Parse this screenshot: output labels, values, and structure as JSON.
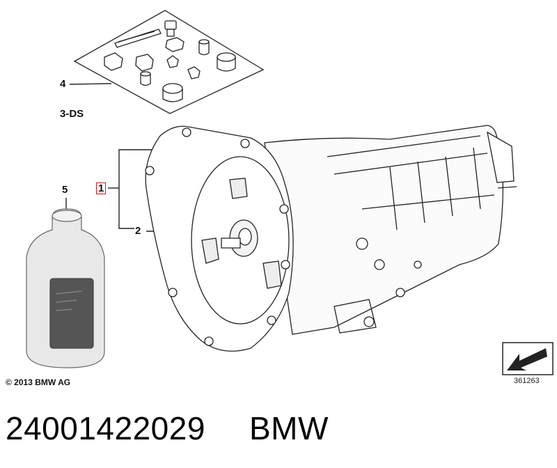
{
  "callouts": {
    "c1": "1",
    "c2": "2",
    "c3": "3-DS",
    "c4": "4",
    "c5": "5"
  },
  "copyright": "© 2013 BMW AG",
  "diagram_id": "361263",
  "caption": {
    "part_number": "24001422029",
    "brand": "BMW"
  },
  "colors": {
    "highlight_box": "#dd1111",
    "line": "#222222",
    "bottle_label": "#555555"
  }
}
